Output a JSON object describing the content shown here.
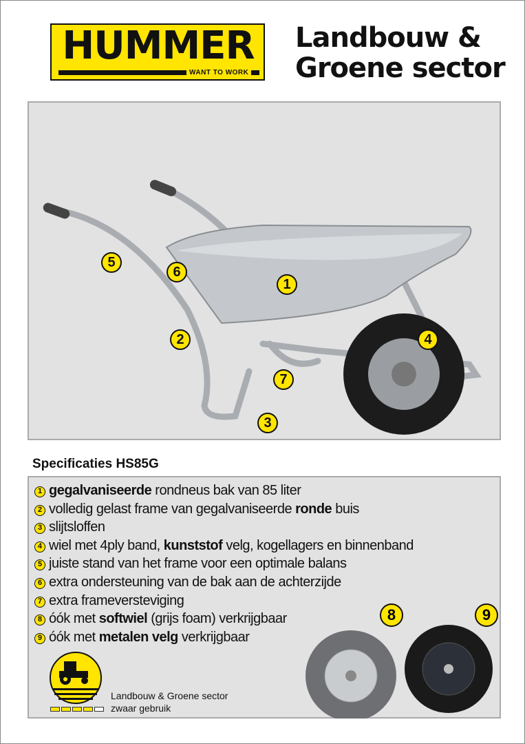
{
  "brand": {
    "name": "HUMMER",
    "tagline": "WANT TO WORK"
  },
  "header": {
    "title_line1": "Landbouw &",
    "title_line2": "Groene sector"
  },
  "callouts": [
    "1",
    "2",
    "3",
    "4",
    "5",
    "6",
    "7"
  ],
  "specs": {
    "title": "Specificaties HS85G",
    "items": [
      {
        "num": "1",
        "bold": "gegalvaniseerde",
        "pre": "",
        "post": " rondneus bak van 85 liter"
      },
      {
        "num": "2",
        "pre": "volledig gelast frame van gegalvaniseerde ",
        "bold": "ronde",
        "post": " buis"
      },
      {
        "num": "3",
        "pre": "slijtsloffen",
        "bold": "",
        "post": ""
      },
      {
        "num": "4",
        "pre": "wiel met 4ply band, ",
        "bold": "kunststof",
        "post": " velg, kogellagers en binnenband"
      },
      {
        "num": "5",
        "pre": "juiste stand van het frame voor een optimale balans",
        "bold": "",
        "post": ""
      },
      {
        "num": "6",
        "pre": "extra ondersteuning van de bak aan de achterzijde",
        "bold": "",
        "post": ""
      },
      {
        "num": "7",
        "pre": "extra frameversteviging",
        "bold": "",
        "post": ""
      },
      {
        "num": "8",
        "pre": "óók met ",
        "bold": "softwiel",
        "post": " (grijs foam) verkrijgbaar"
      },
      {
        "num": "9",
        "pre": "óók met ",
        "bold": "metalen velg",
        "post": " verkrijgbaar"
      }
    ]
  },
  "wheel_options": [
    "8",
    "9"
  ],
  "usage": {
    "line1": "Landbouw & Groene sector",
    "line2": "zwaar gebruik",
    "rating": 4,
    "rating_max": 5
  },
  "colors": {
    "accent": "#ffe500",
    "panel": "#e2e2e2"
  }
}
